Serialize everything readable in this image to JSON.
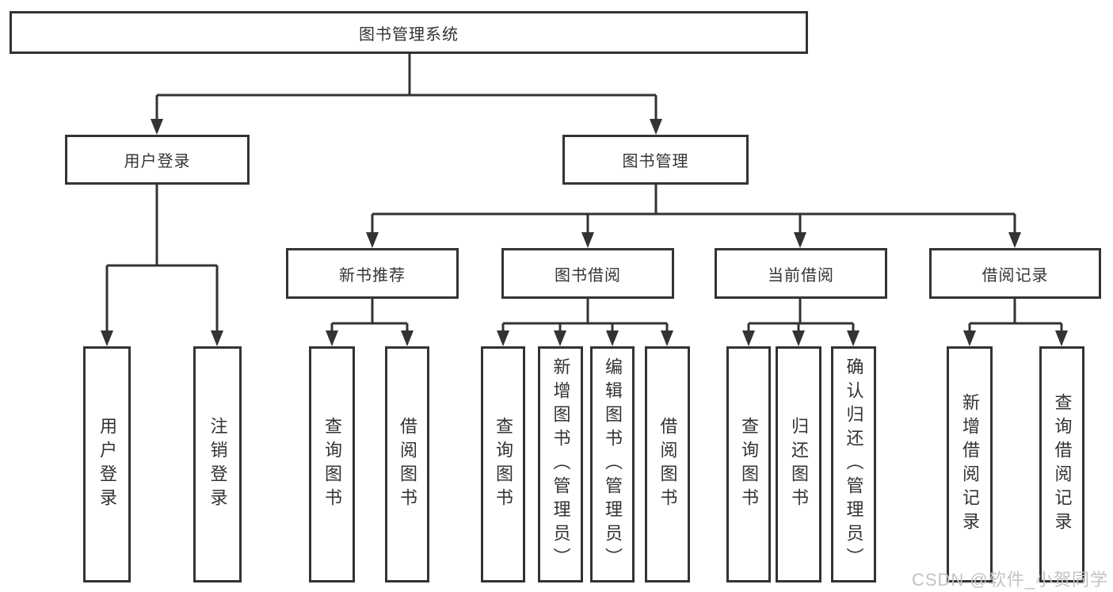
{
  "colors": {
    "line": "#333333",
    "box_border": "#333333",
    "text": "#333333",
    "background": "#ffffff",
    "watermark_text_color": "#c3c3c3"
  },
  "nodes": {
    "root": {
      "label": "图书管理系统"
    },
    "level2": [
      {
        "label": "用户登录"
      },
      {
        "label": "图书管理"
      }
    ],
    "level3": [
      {
        "label": "新书推荐"
      },
      {
        "label": "图书借阅"
      },
      {
        "label": "当前借阅"
      },
      {
        "label": "借阅记录"
      }
    ],
    "leaves_user_login": [
      {
        "label": "用户登录"
      },
      {
        "label": "注销登录"
      }
    ],
    "leaves_new_books": [
      {
        "label": "查询图书"
      },
      {
        "label": "借阅图书"
      }
    ],
    "leaves_book_borrow": [
      {
        "label": "查询图书"
      },
      {
        "label": "新增图书（管理员）"
      },
      {
        "label": "编辑图书（管理员）"
      },
      {
        "label": "借阅图书"
      }
    ],
    "leaves_current_borrow": [
      {
        "label": "查询图书"
      },
      {
        "label": "归还图书"
      },
      {
        "label": "确认归还（管理员）"
      }
    ],
    "leaves_borrow_records": [
      {
        "label": "新增借阅记录"
      },
      {
        "label": "查询借阅记录"
      }
    ]
  },
  "watermark": {
    "text": "CSDN @软件_小贺同学"
  }
}
